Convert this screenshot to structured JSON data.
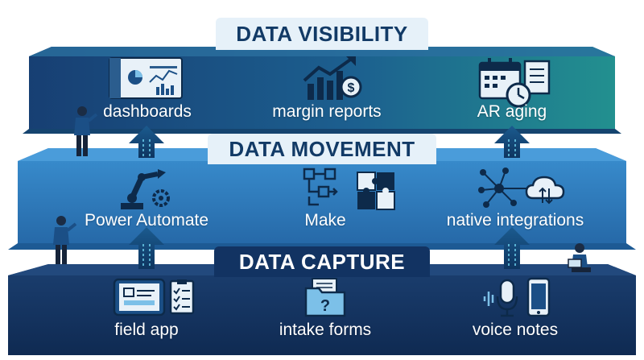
{
  "layers": [
    {
      "title": "DATA VISIBILITY",
      "items": [
        {
          "label": "dashboards",
          "icon": "dashboard-icon"
        },
        {
          "label": "margin reports",
          "icon": "chart-dollar-icon"
        },
        {
          "label": "AR aging",
          "icon": "calendar-clock-icon"
        }
      ]
    },
    {
      "title": "DATA MOVEMENT",
      "items": [
        {
          "label": "Power Automate",
          "icon": "robot-arm-icon"
        },
        {
          "label": "Make",
          "icon": "workflow-puzzle-icon"
        },
        {
          "label": "native integrations",
          "icon": "network-cloud-icon"
        }
      ]
    },
    {
      "title": "DATA CAPTURE",
      "items": [
        {
          "label": "field app",
          "icon": "tablet-checklist-icon"
        },
        {
          "label": "intake forms",
          "icon": "folder-question-icon"
        },
        {
          "label": "voice notes",
          "icon": "microphone-phone-icon"
        }
      ]
    }
  ],
  "colors": {
    "visibility_left": "#1b4f86",
    "visibility_right": "#1f8a8e",
    "movement": "#2e7fc0",
    "capture": "#13335f",
    "arrow": "#0f3b66",
    "arrow_glow": "#6fd3f0"
  }
}
